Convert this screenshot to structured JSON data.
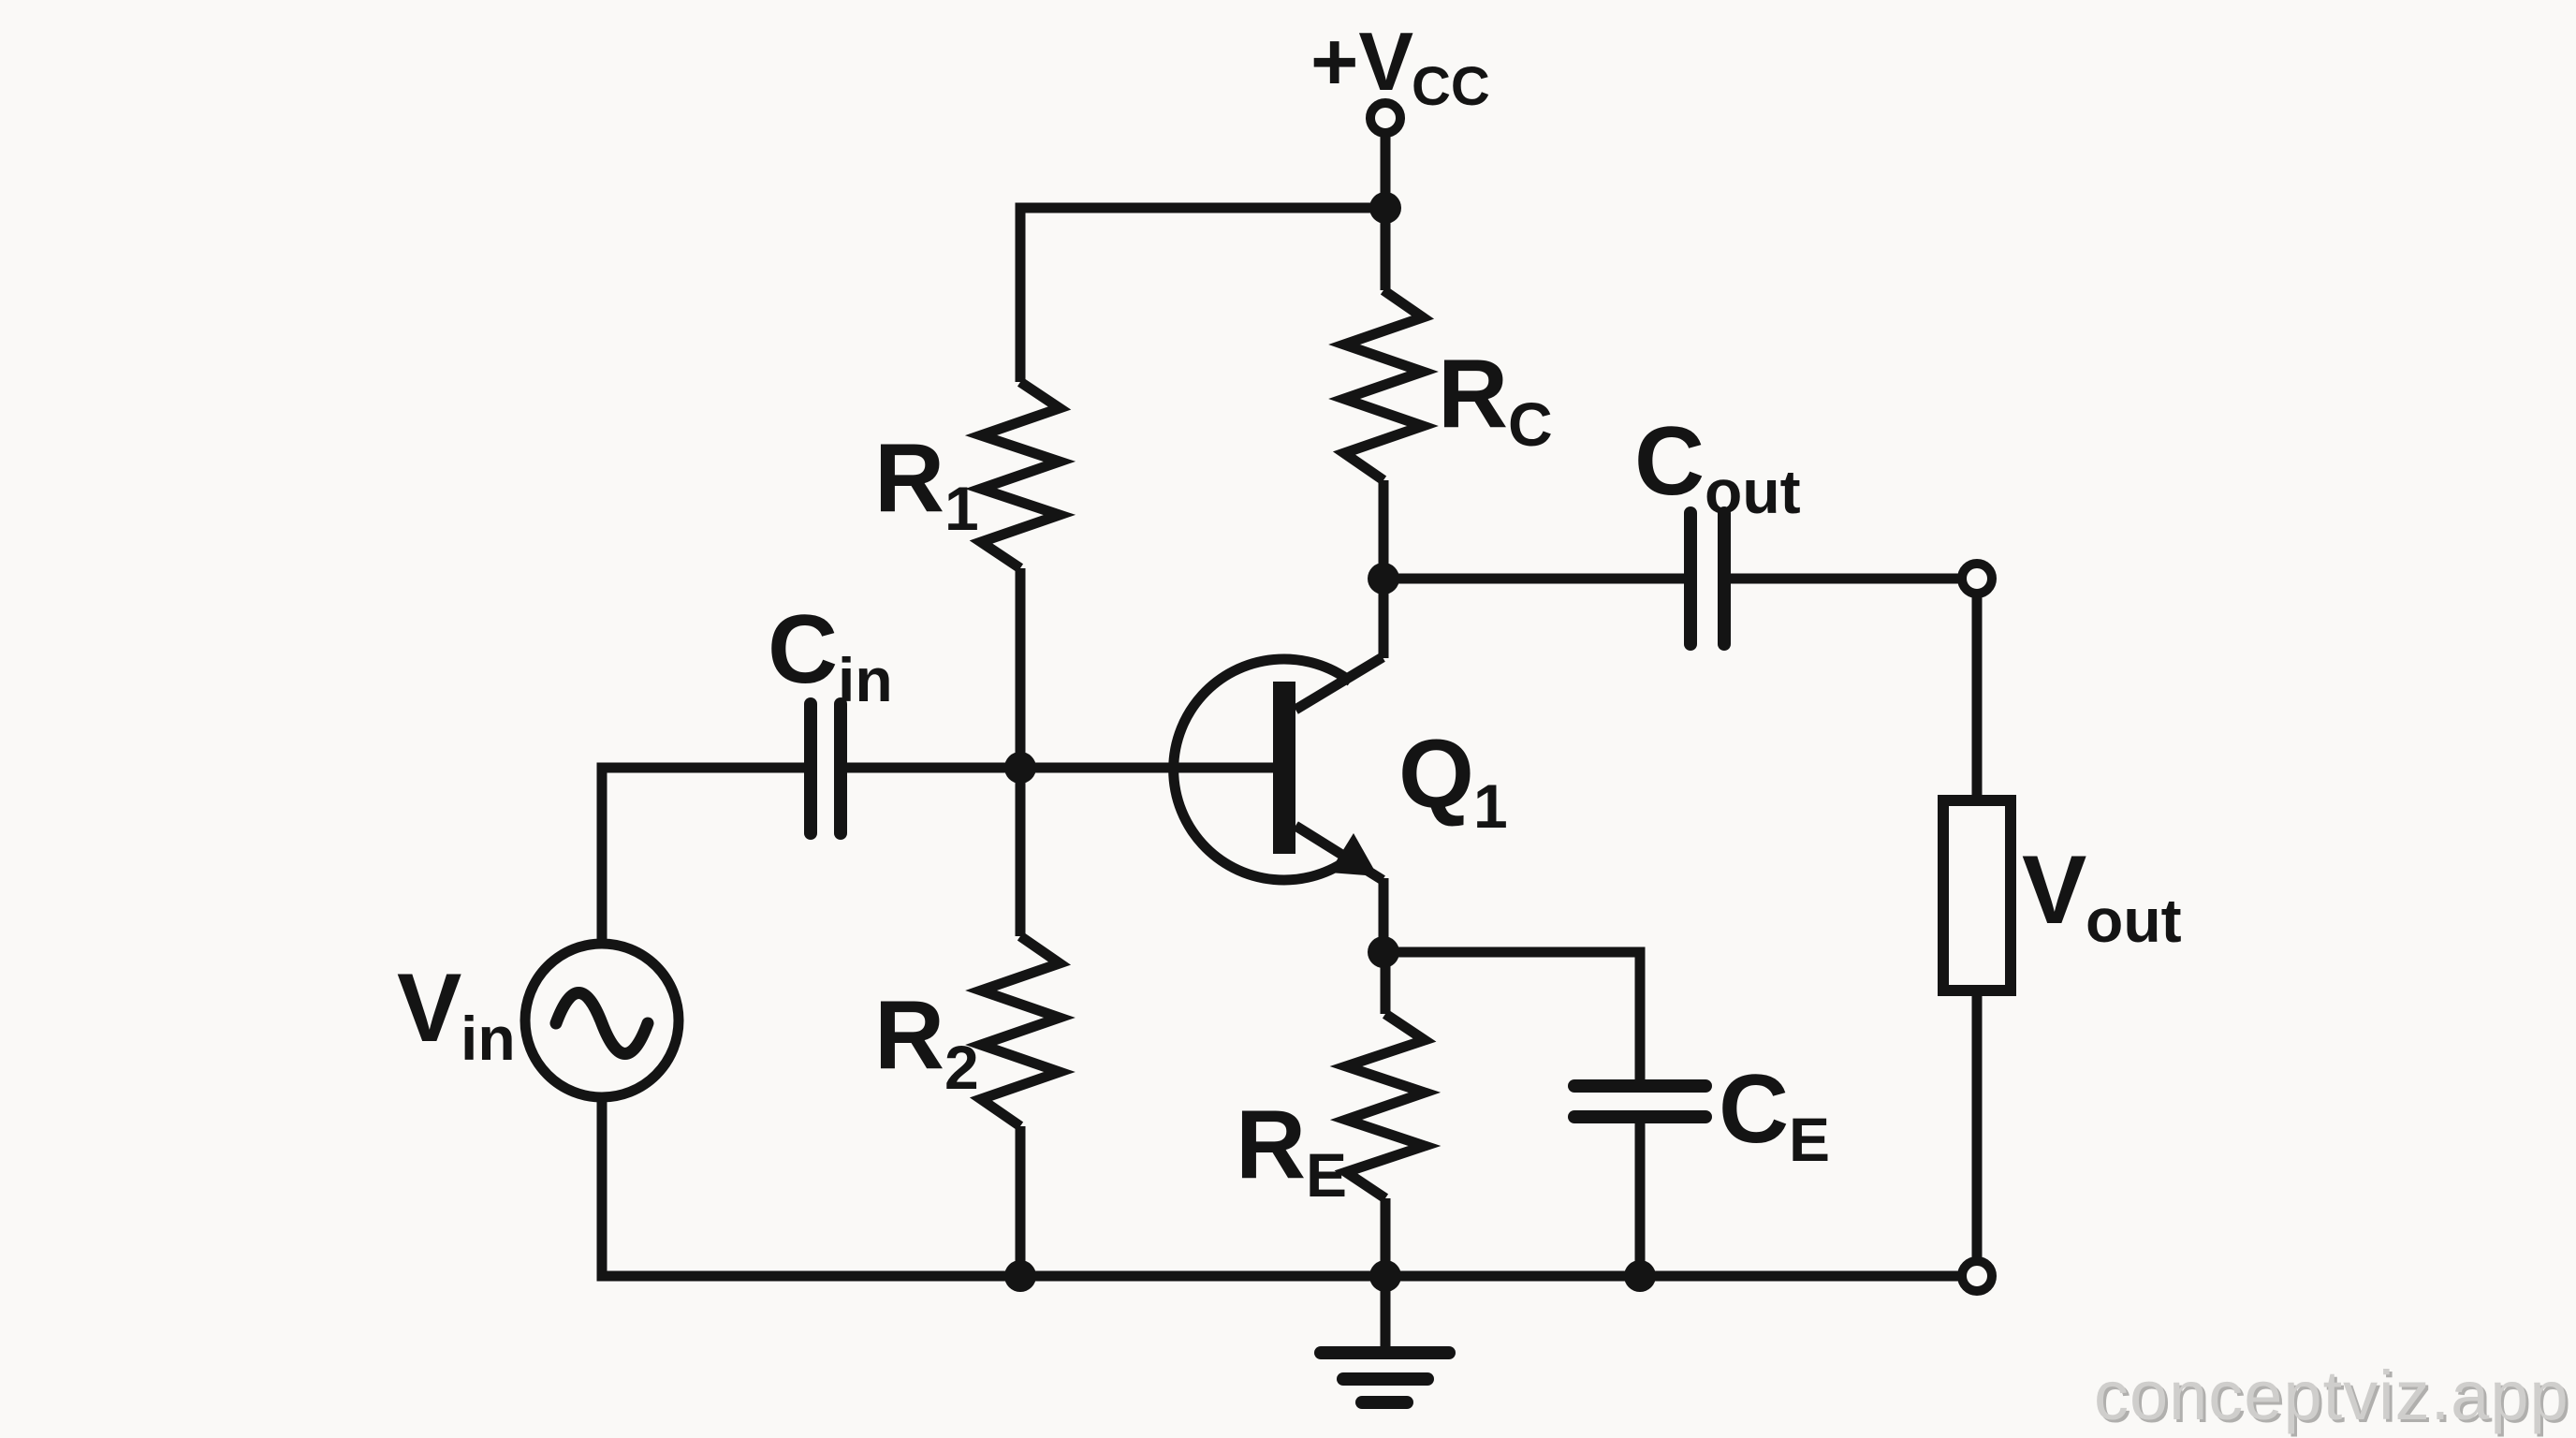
{
  "diagram": {
    "kind": "circuit-schematic",
    "description": "Common-emitter BJT amplifier with voltage-divider bias, emitter bypass capacitor and coupled input/output"
  },
  "labels": {
    "vcc": {
      "main": "+V",
      "sub": "CC"
    },
    "r1": {
      "main": "R",
      "sub": "1"
    },
    "rc": {
      "main": "R",
      "sub": "C"
    },
    "cin": {
      "main": "C",
      "sub": "in"
    },
    "cout": {
      "main": "C",
      "sub": "out"
    },
    "q1": {
      "main": "Q",
      "sub": "1"
    },
    "vin": {
      "main": "V",
      "sub": "in"
    },
    "r2": {
      "main": "R",
      "sub": "2"
    },
    "re": {
      "main": "R",
      "sub": "E"
    },
    "ce": {
      "main": "C",
      "sub": "E"
    },
    "vout": {
      "main": "V",
      "sub": "out"
    }
  },
  "components": [
    {
      "ref": "+VCC",
      "type": "supply-terminal"
    },
    {
      "ref": "R1",
      "type": "resistor"
    },
    {
      "ref": "R2",
      "type": "resistor"
    },
    {
      "ref": "RC",
      "type": "resistor"
    },
    {
      "ref": "RE",
      "type": "resistor"
    },
    {
      "ref": "Cin",
      "type": "capacitor"
    },
    {
      "ref": "Cout",
      "type": "capacitor"
    },
    {
      "ref": "CE",
      "type": "capacitor"
    },
    {
      "ref": "Q1",
      "type": "npn-transistor"
    },
    {
      "ref": "Vin",
      "type": "ac-voltage-source"
    },
    {
      "ref": "Vout",
      "type": "load-box"
    },
    {
      "ref": "GND",
      "type": "earth-ground"
    }
  ],
  "watermark": {
    "text": "conceptviz.app"
  },
  "colors": {
    "ink": "#141414",
    "background": "#faf9f7",
    "watermark": "#cfcecc"
  }
}
